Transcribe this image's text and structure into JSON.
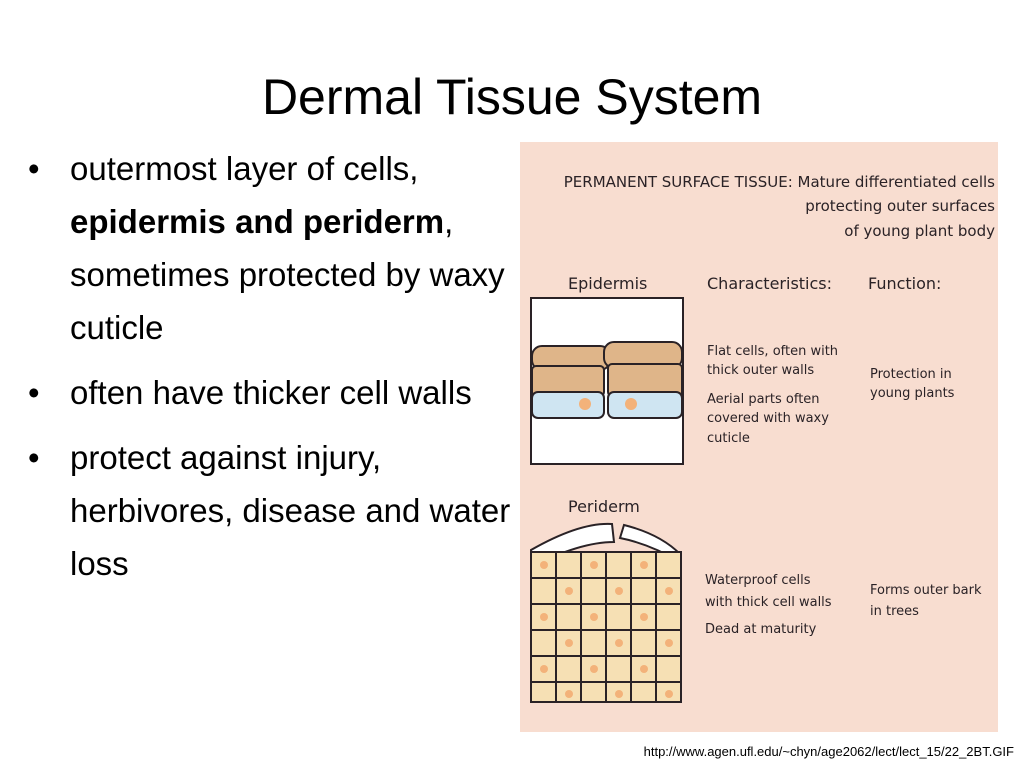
{
  "slide": {
    "title": "Dermal Tissue System",
    "bullets": [
      {
        "segments": [
          {
            "text": "outermost layer of cells, ",
            "bold": false
          },
          {
            "text": "epidermis and periderm",
            "bold": true
          },
          {
            "text": ", sometimes protected by waxy cuticle",
            "bold": false
          }
        ]
      },
      {
        "segments": [
          {
            "text": "often have thicker cell walls",
            "bold": false
          }
        ]
      },
      {
        "segments": [
          {
            "text": "protect against injury, herbivores, disease and water loss",
            "bold": false
          }
        ]
      }
    ],
    "source": "http://www.agen.ufl.edu/~chyn/age2062/lect/lect_15/22_2BT.GIF"
  },
  "figure": {
    "header_lines": [
      "PERMANENT SURFACE TISSUE: Mature differentiated cells",
      "protecting outer surfaces",
      "of young plant body"
    ],
    "col_characteristics": "Characteristics:",
    "col_function": "Function:",
    "epidermis": {
      "label": "Epidermis",
      "characteristics": [
        "Flat cells, often with",
        "thick outer walls",
        "Aerial parts often",
        "covered with waxy",
        "cuticle"
      ],
      "function": [
        "Protection in",
        "young plants"
      ]
    },
    "periderm": {
      "label": "Periderm",
      "characteristics": [
        "Waterproof cells",
        "with thick cell walls",
        "Dead at maturity"
      ],
      "function": [
        "Forms outer bark",
        "in trees"
      ]
    },
    "colors": {
      "background": "#f8ddd0",
      "cell_tan": "#dfb589",
      "cell_blue": "#cfe5f2",
      "nucleus": "#f3b27a",
      "periderm_cell": "#f6e0b4",
      "ink": "#2a2226"
    }
  }
}
